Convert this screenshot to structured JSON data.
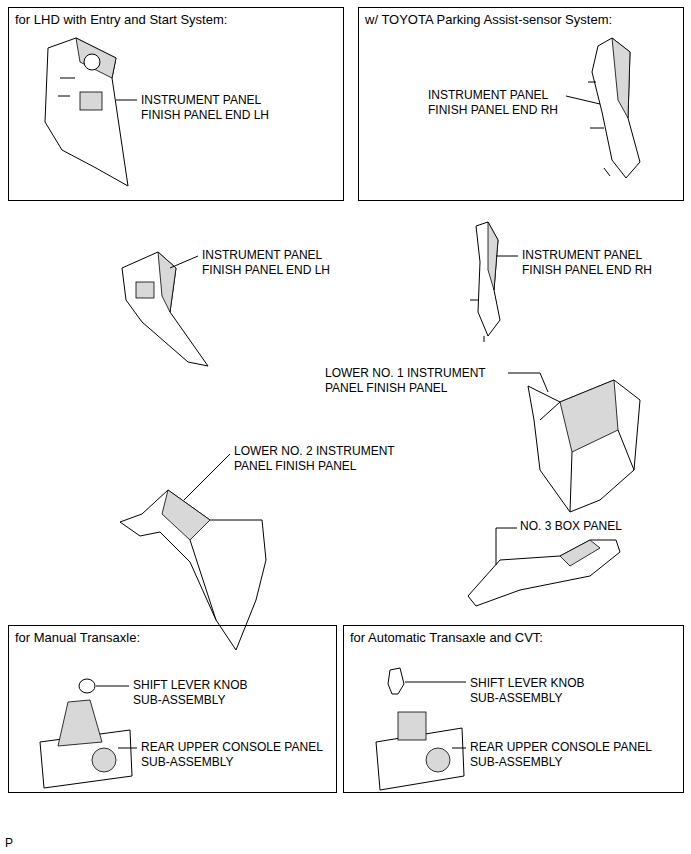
{
  "diagram": {
    "nodes": [
      {
        "text": [
          "for LHD with Entry and Start System:"
        ]
      },
      {
        "text": [
          "w/ TOYOTA Parking Assist-sensor System:"
        ]
      },
      {
        "text": [
          "for Manual Transaxle:"
        ]
      },
      {
        "text": [
          "for Automatic Transaxle and CVT:"
        ]
      }
    ],
    "labels": [
      "INSTRUMENT PANEL FINISH PANEL END LH",
      "INSTRUMENT PANEL FINISH PANEL END RH",
      "INSTRUMENT PANEL FINISH PANEL END LH",
      "INSTRUMENT PANEL FINISH PANEL END RH",
      "LOWER NO. 1 INSTRUMENT PANEL FINISH PANEL",
      "LOWER NO. 2 INSTRUMENT PANEL FINISH PANEL",
      "NO. 3 BOX PANEL",
      "SHIFT LEVER KNOB SUB-ASSEMBLY",
      "REAR UPPER CONSOLE PANEL SUB-ASSEMBLY",
      "SHIFT LEVER KNOB SUB-ASSEMBLY",
      "REAR UPPER CONSOLE PANEL SUB-ASSEMBLY",
      "P"
    ]
  }
}
